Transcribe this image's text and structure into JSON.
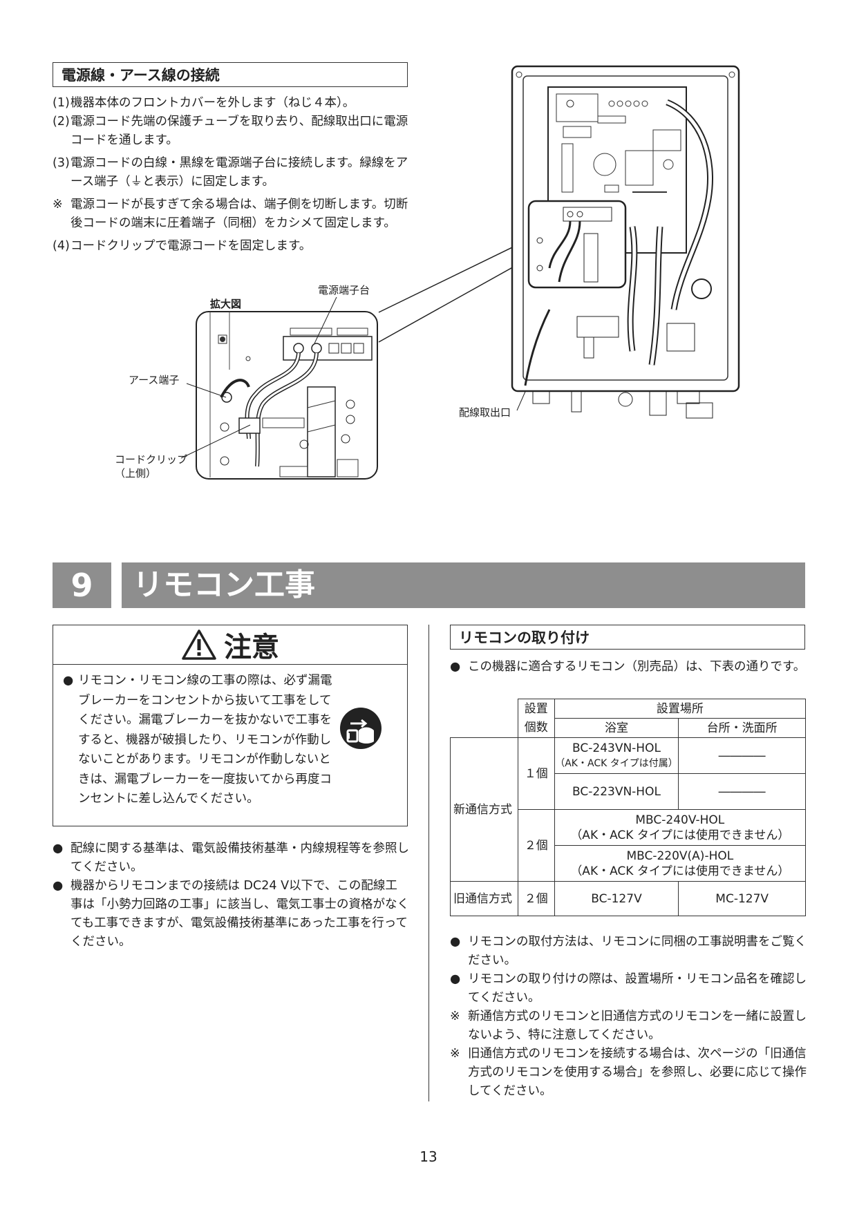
{
  "wiring": {
    "heading": "電源線・アース線の接続",
    "steps": [
      {
        "mark": "(1)",
        "text": "機器本体のフロントカバーを外します（ねじ４本）。"
      },
      {
        "mark": "(2)",
        "text": "電源コード先端の保護チューブを取り去り、配線取出口に電源コードを通します。"
      },
      {
        "mark": "(3)",
        "text": "電源コードの白線・黒線を電源端子台に接続します。緑線をアース端子（⏚と表示）に固定します。"
      },
      {
        "mark": "※",
        "text": "電源コードが長すぎて余る場合は、端子側を切断します。切断後コードの端末に圧着端子（同梱）をカシメて固定します。"
      },
      {
        "mark": "(4)",
        "text": "コードクリップで電源コードを固定します。"
      }
    ],
    "figure": {
      "zoom_label": "拡大図",
      "terminal_block_label": "電源端子台",
      "earth_terminal_label": "アース端子",
      "cord_clip_label": "コードクリップ",
      "cord_clip_sub": "（上側）",
      "wire_outlet_label": "配線取出口"
    }
  },
  "chapter": {
    "number": "9",
    "title": "リモコン工事"
  },
  "caution": {
    "title": "注意",
    "bullet": "●",
    "text": "リモコン・リモコン線の工事の際は、必ず漏電ブレーカーをコンセントから抜いて工事をしてください。漏電ブレーカーを抜かないで工事をすると、機器が破損したり、リモコンが作動しないことがあります。リモコンが作動しないときは、漏電ブレーカーを一度抜いてから再度コンセントに差し込んでください。"
  },
  "notes_left": [
    {
      "mark": "●",
      "text": "配線に関する基準は、電気設備技術基準・内線規程等を参照してください。"
    },
    {
      "mark": "●",
      "text": "機器からリモコンまでの接続は DC24 V以下で、この配線工事は「小勢力回路の工事」に該当し、電気工事士の資格がなくても工事できますが、電気設備技術基準にあった工事を行ってください。"
    }
  ],
  "remote": {
    "heading": "リモコンの取り付け",
    "intro_mark": "●",
    "intro": "この機器に適合するリモコン（別売品）は、下表の通りです。",
    "table": {
      "h_count_1": "設置",
      "h_count_2": "個数",
      "h_place": "設置場所",
      "h_bath": "浴室",
      "h_kitchen": "台所・洗面所",
      "new_method": "新通信方式",
      "old_method": "旧通信方式",
      "one_unit": "１個",
      "two_units": "２個",
      "r1_bath": "BC-243VN-HOL",
      "r1_bath_note": "（AK・ACK タイプは付属）",
      "r1_kitchen": "――――",
      "r2_bath": "BC-223VN-HOL",
      "r2_kitchen": "――――",
      "r3_model": "MBC-240V-HOL",
      "r3_note": "（AK・ACK タイプには使用できません）",
      "r4_model": "MBC-220V(A)-HOL",
      "r4_note": "（AK・ACK タイプには使用できません）",
      "old_two_units": "２個",
      "old_bath": "BC-127V",
      "old_kitchen": "MC-127V"
    },
    "notes": [
      {
        "mark": "●",
        "text": "リモコンの取付方法は、リモコンに同梱の工事説明書をご覧ください。"
      },
      {
        "mark": "●",
        "text": "リモコンの取り付けの際は、設置場所・リモコン品名を確認してください。"
      },
      {
        "mark": "※",
        "text": "新通信方式のリモコンと旧通信方式のリモコンを一緒に設置しないよう、特に注意してください。"
      },
      {
        "mark": "※",
        "text": "旧通信方式のリモコンを接続する場合は、次ページの「旧通信方式のリモコンを使用する場合」を参照し、必要に応じて操作してください。"
      }
    ]
  },
  "page_number": "13"
}
